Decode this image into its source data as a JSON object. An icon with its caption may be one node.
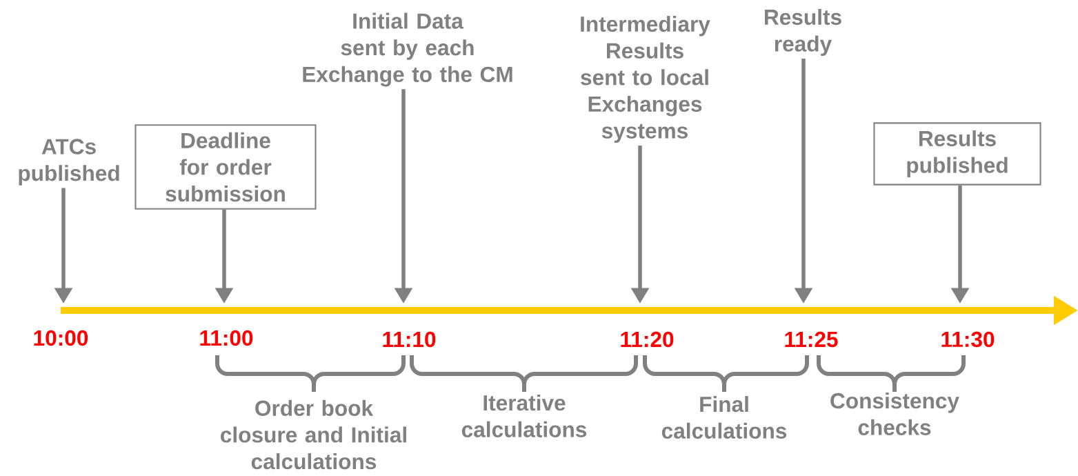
{
  "diagram": {
    "nodes": [
      {
        "text": [
          "ATCs published"
        ]
      },
      {
        "text": [
          "Deadline for order submission"
        ]
      },
      {
        "text": [
          "Initial Data sent by each Exchange to the CM"
        ]
      },
      {
        "text": [
          "Intermediary Results sent to local Exchanges systems"
        ]
      },
      {
        "text": [
          "Results ready"
        ]
      },
      {
        "text": [
          "Results published"
        ]
      }
    ],
    "edges": [
      {
        "from": 0,
        "to": null,
        "arrow": "to"
      },
      {
        "from": 1,
        "to": null,
        "arrow": "to"
      },
      {
        "from": 2,
        "to": null,
        "arrow": "to"
      },
      {
        "from": 3,
        "to": null,
        "arrow": "to"
      },
      {
        "from": 4,
        "to": null,
        "arrow": "to"
      },
      {
        "from": 5,
        "to": null,
        "arrow": "to"
      }
    ],
    "labels": [
      "10:00",
      "11:00",
      "11:10",
      "11:20",
      "11:25",
      "11:30",
      "Order book closure and Initial calculations",
      "Iterative calculations",
      "Final calculations",
      "Consistency checks"
    ]
  }
}
